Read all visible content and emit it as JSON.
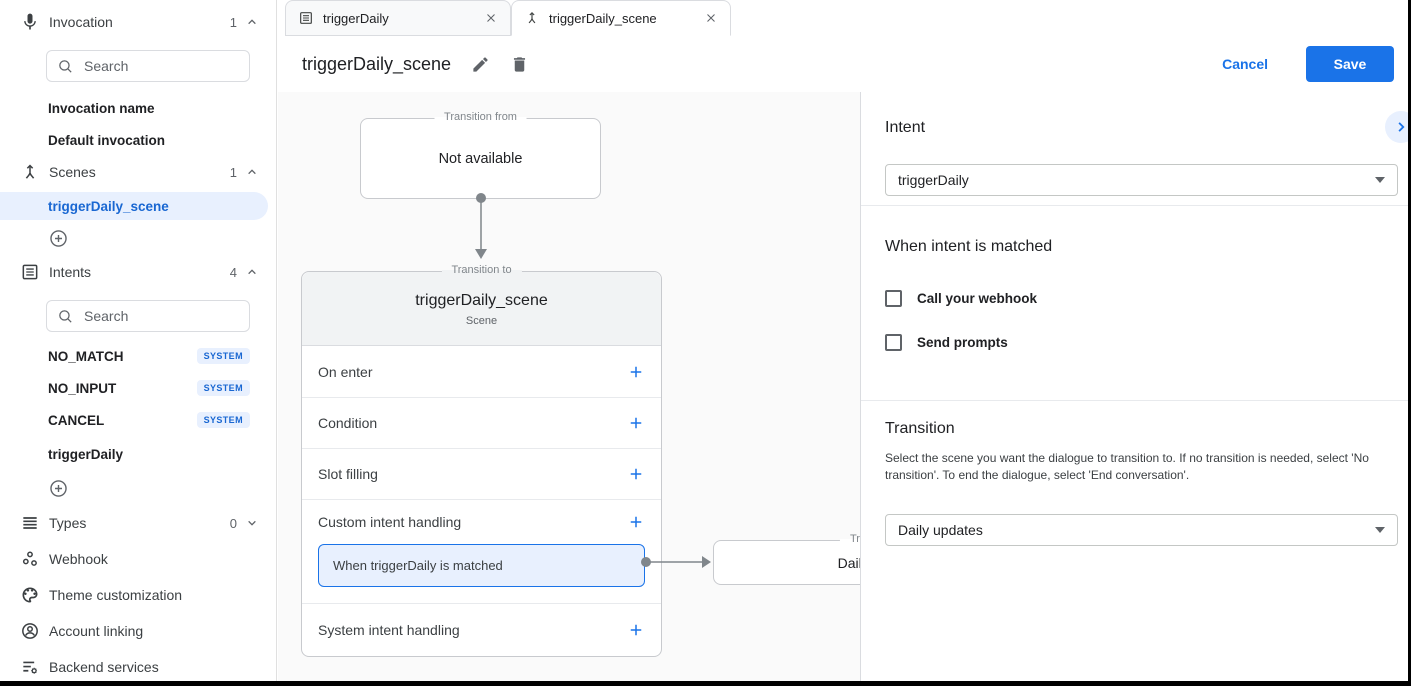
{
  "colors": {
    "accent": "#1a73e8",
    "selected_bg": "#e8f0fe",
    "badge_text": "#1967d2",
    "canvas_bg": "#fafafa",
    "border": "#dadce0"
  },
  "sidebar": {
    "invocation": {
      "label": "Invocation",
      "count": "1",
      "search_placeholder": "Search",
      "items": [
        {
          "label": "Invocation name"
        },
        {
          "label": "Default invocation"
        }
      ]
    },
    "scenes": {
      "label": "Scenes",
      "count": "1",
      "selected_item": "triggerDaily_scene"
    },
    "intents": {
      "label": "Intents",
      "count": "4",
      "search_placeholder": "Search",
      "items": [
        {
          "name": "NO_MATCH",
          "badge": "SYSTEM"
        },
        {
          "name": "NO_INPUT",
          "badge": "SYSTEM"
        },
        {
          "name": "CANCEL",
          "badge": "SYSTEM"
        },
        {
          "name": "triggerDaily",
          "badge": ""
        }
      ]
    },
    "types": {
      "label": "Types",
      "count": "0"
    },
    "links": [
      {
        "label": "Webhook"
      },
      {
        "label": "Theme customization"
      },
      {
        "label": "Account linking"
      },
      {
        "label": "Backend services"
      }
    ]
  },
  "tabs": [
    {
      "title": "triggerDaily"
    },
    {
      "title": "triggerDaily_scene"
    }
  ],
  "header": {
    "title": "triggerDaily_scene",
    "cancel_label": "Cancel",
    "save_label": "Save"
  },
  "canvas": {
    "transition_from": {
      "legend": "Transition from",
      "content": "Not available"
    },
    "scene": {
      "legend": "Transition to",
      "title": "triggerDaily_scene",
      "subtitle": "Scene",
      "rows": [
        {
          "label": "On enter"
        },
        {
          "label": "Condition"
        },
        {
          "label": "Slot filling"
        },
        {
          "label": "Custom intent handling",
          "child": "When triggerDaily is matched"
        },
        {
          "label": "System intent handling"
        }
      ]
    },
    "target": {
      "legend": "Transition to",
      "content": "Daily updates"
    }
  },
  "panel": {
    "intent": {
      "heading": "Intent",
      "value": "triggerDaily"
    },
    "matched": {
      "heading": "When intent is matched",
      "options": [
        "Call your webhook",
        "Send prompts"
      ]
    },
    "transition": {
      "heading": "Transition",
      "description": "Select the scene you want the dialogue to transition to. If no transition is needed, select 'No transition'. To end the dialogue, select 'End conversation'.",
      "value": "Daily updates"
    }
  }
}
